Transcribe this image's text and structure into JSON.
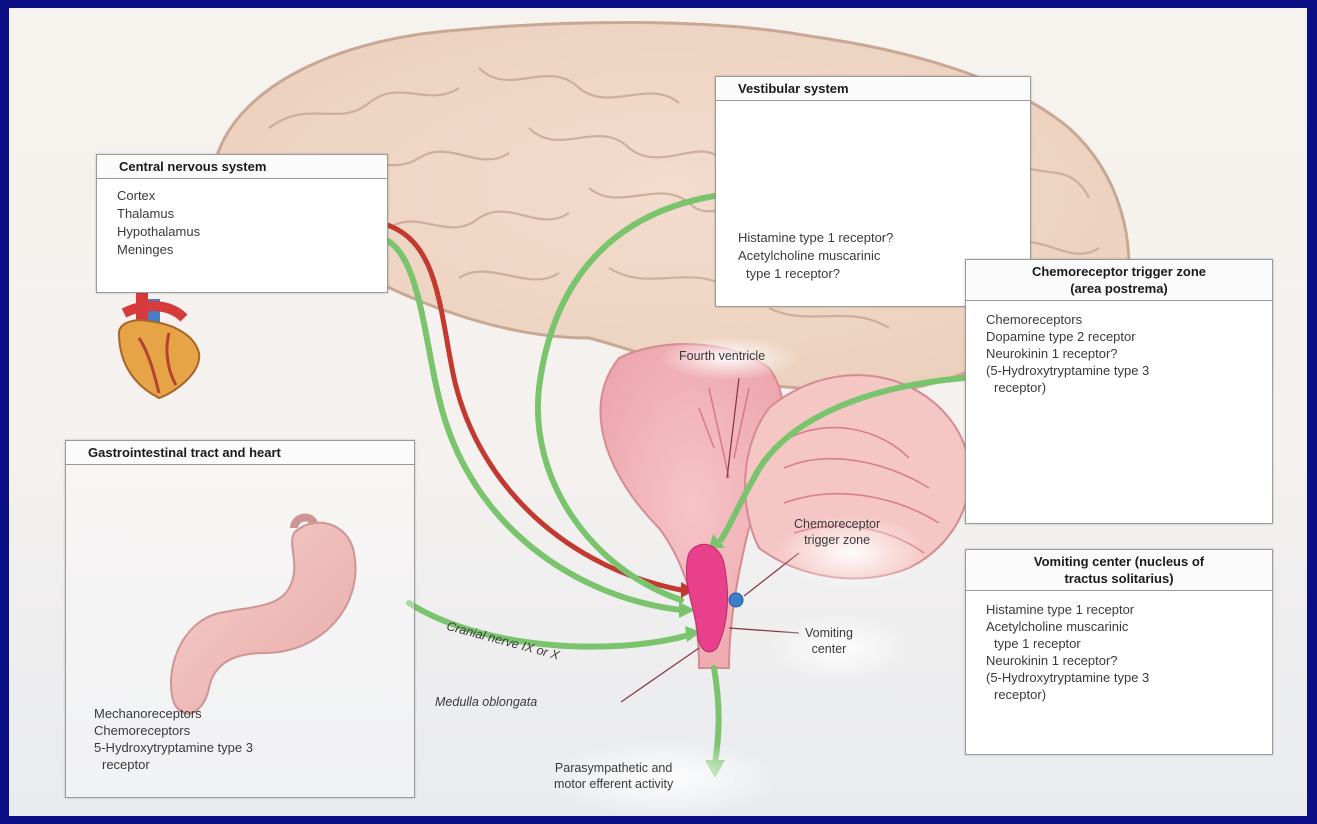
{
  "cns": {
    "title": "Central nervous system",
    "items": [
      "Cortex",
      "Thalamus",
      "Hypothalamus",
      "Meninges"
    ]
  },
  "vestibular": {
    "title": "Vestibular system",
    "items": [
      "Histamine type 1 receptor?",
      "Acetylcholine muscarinic",
      "type 1 receptor?"
    ]
  },
  "ctz": {
    "title_line1": "Chemoreceptor trigger zone",
    "title_line2": "(area postrema)",
    "items": [
      "Chemoreceptors",
      "Dopamine type 2 receptor",
      "Neurokinin 1 receptor?",
      "(5-Hydroxytryptamine type 3",
      "receptor)"
    ]
  },
  "vomiting": {
    "title_line1": "Vomiting center (nucleus of",
    "title_line2": "tractus solitarius)",
    "items": [
      "Histamine type 1 receptor",
      "Acetylcholine muscarinic",
      "type 1 receptor",
      "Neurokinin 1 receptor?",
      "(5-Hydroxytryptamine type 3",
      "receptor)"
    ]
  },
  "gi": {
    "title": "Gastrointestinal tract and heart",
    "items": [
      "Mechanoreceptors",
      "Chemoreceptors",
      "5-Hydroxytryptamine type 3",
      "receptor"
    ]
  },
  "labels": {
    "fourth_ventricle": "Fourth ventricle",
    "ctz_line1": "Chemoreceptor",
    "ctz_line2": "trigger zone",
    "vc_line1": "Vomiting",
    "vc_line2": "center",
    "cranial_nerve": "Cranial nerve IX or X",
    "medulla": "Medulla oblongata",
    "para_line1": "Parasympathetic and",
    "para_line2": "motor efferent activity"
  },
  "colors": {
    "background": "#0b0f86",
    "green_pathway": "#7bc46e",
    "red_pathway": "#c2392f",
    "vomiting_center": "#e8408a",
    "ctz_dot": "#3b7fc8"
  }
}
